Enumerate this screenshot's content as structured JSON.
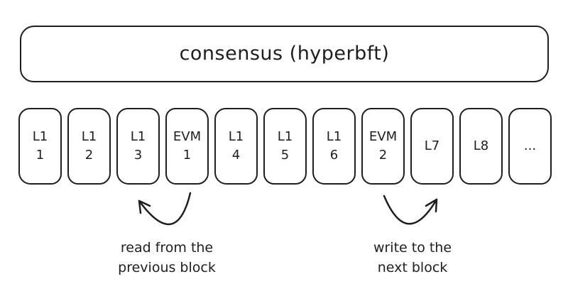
{
  "diagram": {
    "title": "consensus (hyperbft)",
    "blocks": [
      {
        "line1": "L1",
        "line2": "1"
      },
      {
        "line1": "L1",
        "line2": "2"
      },
      {
        "line1": "L1",
        "line2": "3"
      },
      {
        "line1": "EVM",
        "line2": "1"
      },
      {
        "line1": "L1",
        "line2": "4"
      },
      {
        "line1": "L1",
        "line2": "5"
      },
      {
        "line1": "L1",
        "line2": "6"
      },
      {
        "line1": "EVM",
        "line2": "2"
      },
      {
        "line1": "L7",
        "line2": ""
      },
      {
        "line1": "L8",
        "line2": ""
      },
      {
        "line1": "...",
        "line2": ""
      }
    ],
    "annotations": {
      "read": {
        "line1": "read from the",
        "line2": "previous block"
      },
      "write": {
        "line1": "write to the",
        "line2": "next block"
      }
    },
    "colors": {
      "stroke": "#1e1e1e",
      "background": "#ffffff"
    }
  }
}
